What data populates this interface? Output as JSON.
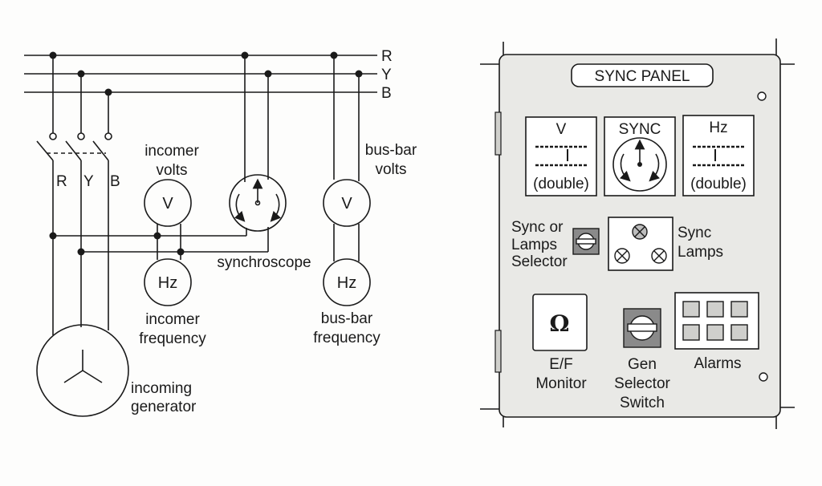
{
  "schematic": {
    "phases": [
      "R",
      "Y",
      "B"
    ],
    "switch_phases": [
      "R",
      "Y",
      "B"
    ],
    "incomer_volts_label": [
      "incomer",
      "volts"
    ],
    "busbar_volts_label": [
      "bus-bar",
      "volts"
    ],
    "incomer_freq_label": [
      "incomer",
      "frequency"
    ],
    "busbar_freq_label": [
      "bus-bar",
      "frequency"
    ],
    "synchroscope_label": "synchroscope",
    "generator_label": [
      "incoming",
      "generator"
    ],
    "volt_meter_symbol": "V",
    "freq_meter_symbol": "Hz"
  },
  "panel": {
    "title": "SYNC PANEL",
    "volt_meter": {
      "top": "V",
      "bottom": "(double)"
    },
    "sync_meter": {
      "top": "SYNC"
    },
    "freq_meter": {
      "top": "Hz",
      "bottom": "(double)"
    },
    "selector_label": [
      "Sync or",
      "Lamps",
      "Selector"
    ],
    "lamps_label": [
      "Sync",
      "Lamps"
    ],
    "ef_symbol": "Ω",
    "ef_label": [
      "E/F",
      "Monitor"
    ],
    "gen_selector_label": [
      "Gen",
      "Selector",
      "Switch"
    ],
    "alarms_label": "Alarms",
    "alarm_count": 6
  },
  "colors": {
    "line": "#1a1a1a",
    "panel_fill": "#e9e9e6",
    "switch_fill": "#8a8a8a",
    "page": "#fdfdfc"
  }
}
